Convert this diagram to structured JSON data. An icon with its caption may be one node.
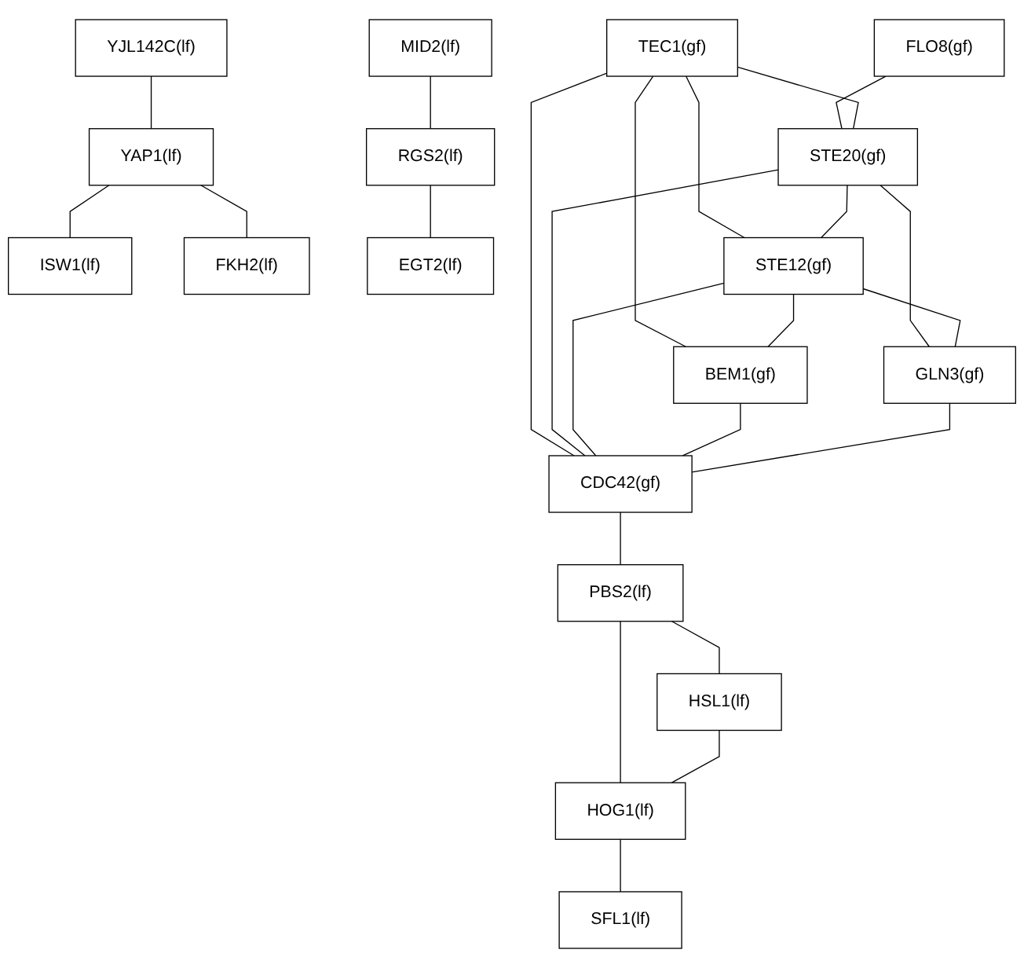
{
  "diagram": {
    "nodes": [
      {
        "text": [
          "FLO8(gf)"
        ]
      },
      {
        "text": [
          "TEC1(gf)"
        ]
      },
      {
        "text": [
          "STE20(gf)"
        ]
      },
      {
        "text": [
          "STE12(gf)"
        ]
      },
      {
        "text": [
          "BEM1(gf)"
        ]
      },
      {
        "text": [
          "GLN3(gf)"
        ]
      },
      {
        "text": [
          "CDC42(gf)"
        ]
      },
      {
        "text": [
          "MID2(lf)"
        ]
      },
      {
        "text": [
          "RGS2(lf)"
        ]
      },
      {
        "text": [
          "EGT2(lf)"
        ]
      },
      {
        "text": [
          "PBS2(lf)"
        ]
      },
      {
        "text": [
          "HSL1(lf)"
        ]
      },
      {
        "text": [
          "HOG1(lf)"
        ]
      },
      {
        "text": [
          "SFL1(lf)"
        ]
      },
      {
        "text": [
          "YJL142C(lf)"
        ]
      },
      {
        "text": [
          "YAP1(lf)"
        ]
      },
      {
        "text": [
          "ISW1(lf)"
        ]
      },
      {
        "text": [
          "FKH2(lf)"
        ]
      }
    ],
    "edges": [
      {
        "from": 0,
        "to": 2,
        "arrow": "none"
      },
      {
        "from": 1,
        "to": 2,
        "arrow": "none"
      },
      {
        "from": 1,
        "to": 3,
        "arrow": "none"
      },
      {
        "from": 1,
        "to": 4,
        "arrow": "none"
      },
      {
        "from": 1,
        "to": 6,
        "arrow": "none"
      },
      {
        "from": 2,
        "to": 3,
        "arrow": "none"
      },
      {
        "from": 2,
        "to": 5,
        "arrow": "none"
      },
      {
        "from": 2,
        "to": 6,
        "arrow": "none"
      },
      {
        "from": 3,
        "to": 4,
        "arrow": "none"
      },
      {
        "from": 3,
        "to": 5,
        "arrow": "none"
      },
      {
        "from": 3,
        "to": 6,
        "arrow": "none"
      },
      {
        "from": 4,
        "to": 6,
        "arrow": "none"
      },
      {
        "from": 5,
        "to": 6,
        "arrow": "none"
      },
      {
        "from": 6,
        "to": 10,
        "arrow": "none"
      },
      {
        "from": 10,
        "to": 11,
        "arrow": "none"
      },
      {
        "from": 10,
        "to": 12,
        "arrow": "none"
      },
      {
        "from": 11,
        "to": 12,
        "arrow": "none"
      },
      {
        "from": 12,
        "to": 13,
        "arrow": "none"
      },
      {
        "from": 7,
        "to": 8,
        "arrow": "none"
      },
      {
        "from": 8,
        "to": 9,
        "arrow": "none"
      },
      {
        "from": 14,
        "to": 15,
        "arrow": "none"
      },
      {
        "from": 15,
        "to": 16,
        "arrow": "none"
      },
      {
        "from": 15,
        "to": 17,
        "arrow": "none"
      }
    ]
  }
}
